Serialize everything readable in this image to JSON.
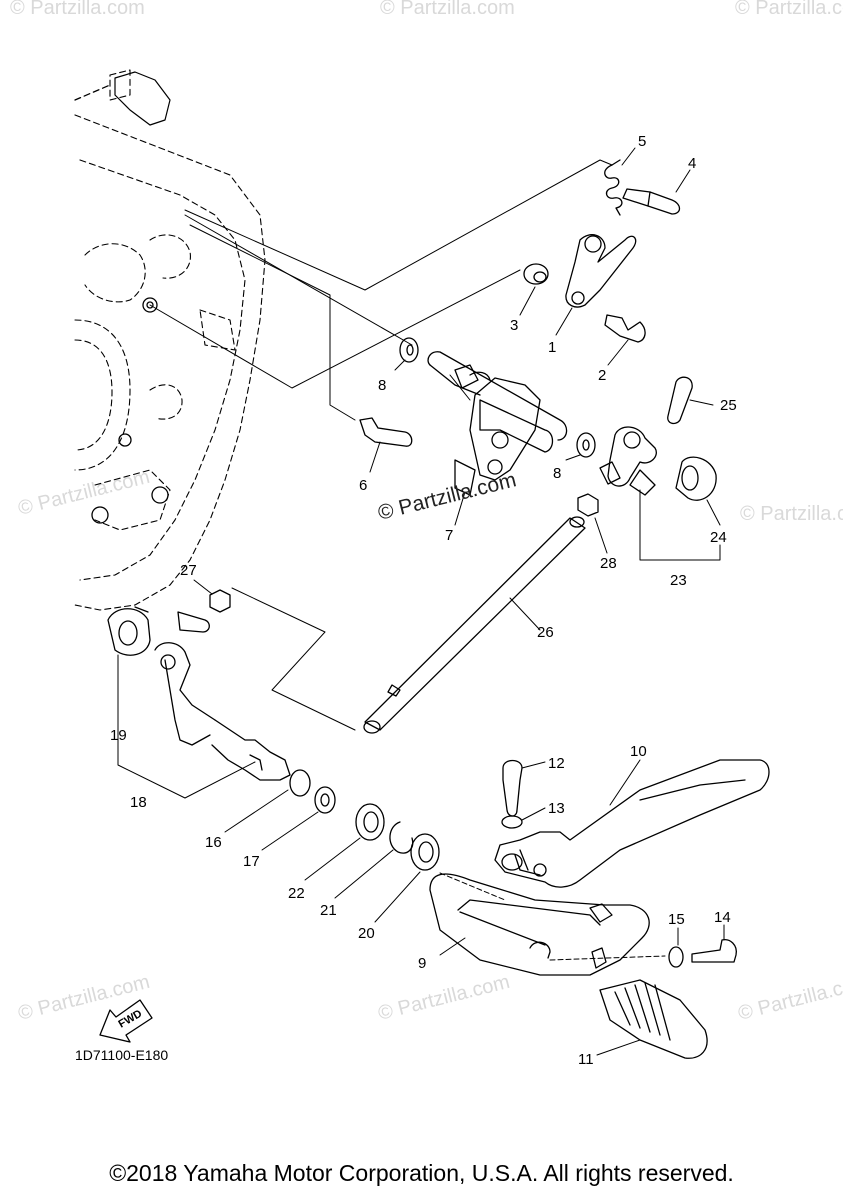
{
  "diagram": {
    "callouts": [
      {
        "id": "c1",
        "label": "1"
      },
      {
        "id": "c2",
        "label": "2"
      },
      {
        "id": "c3",
        "label": "3"
      },
      {
        "id": "c4",
        "label": "4"
      },
      {
        "id": "c5",
        "label": "5"
      },
      {
        "id": "c6",
        "label": "6"
      },
      {
        "id": "c7",
        "label": "7"
      },
      {
        "id": "c8a",
        "label": "8"
      },
      {
        "id": "c8b",
        "label": "8"
      },
      {
        "id": "c9",
        "label": "9"
      },
      {
        "id": "c10",
        "label": "10"
      },
      {
        "id": "c11",
        "label": "11"
      },
      {
        "id": "c12",
        "label": "12"
      },
      {
        "id": "c13",
        "label": "13"
      },
      {
        "id": "c14",
        "label": "14"
      },
      {
        "id": "c15",
        "label": "15"
      },
      {
        "id": "c16",
        "label": "16"
      },
      {
        "id": "c17",
        "label": "17"
      },
      {
        "id": "c18",
        "label": "18"
      },
      {
        "id": "c19",
        "label": "19"
      },
      {
        "id": "c20",
        "label": "20"
      },
      {
        "id": "c21",
        "label": "21"
      },
      {
        "id": "c22",
        "label": "22"
      },
      {
        "id": "c23",
        "label": "23"
      },
      {
        "id": "c24",
        "label": "24"
      },
      {
        "id": "c25",
        "label": "25"
      },
      {
        "id": "c26",
        "label": "26"
      },
      {
        "id": "c27",
        "label": "27"
      },
      {
        "id": "c28",
        "label": "28"
      }
    ],
    "diagram_code": "1D71100-E180",
    "fwd_label": "FWD",
    "brand_watermark": "© Partzilla.com",
    "faint_watermark": "© Partzilla.com",
    "copyright": "©2018 Yamaha Motor Corporation, U.S.A. All rights reserved."
  }
}
